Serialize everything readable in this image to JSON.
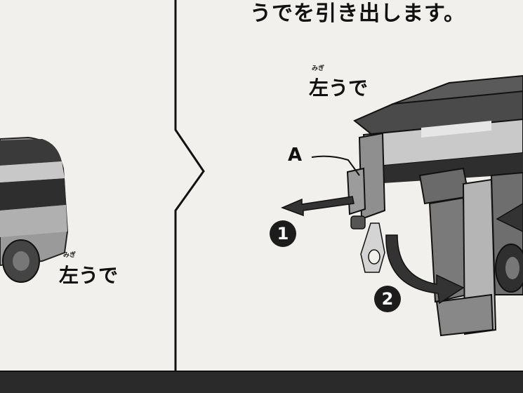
{
  "instruction": {
    "header_text": "うでを引き出します。"
  },
  "labels": {
    "left_arm_right": "左うで",
    "left_arm_right_ruby": "みぎ",
    "left_arm_left": "左うで",
    "left_arm_left_ruby": "みぎ",
    "part_a": "A"
  },
  "steps": {
    "step1": "1",
    "step2": "2"
  },
  "colors": {
    "paper": "#f2f0ec",
    "ink": "#111111",
    "toy_dark": "#4a4a4a",
    "toy_mid": "#8a8a8a",
    "toy_light": "#bdbdbd",
    "footer": "#2a2a2a"
  }
}
